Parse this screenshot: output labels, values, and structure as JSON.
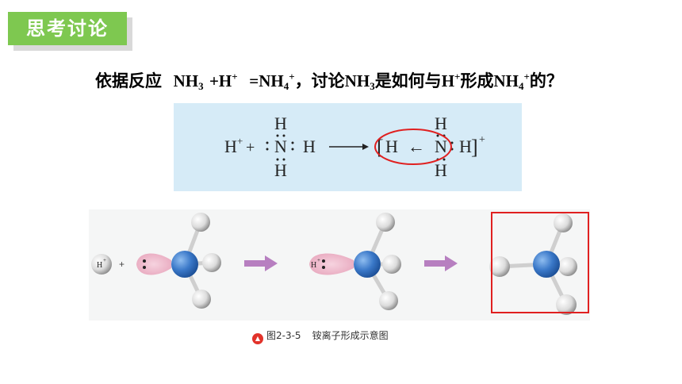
{
  "header": {
    "title": "思考讨论"
  },
  "question": {
    "prefix": "依据反应",
    "eq_nh": "NH",
    "eq_sub3": "3",
    "eq_plus_h": "+H",
    "eq_plus_sup": "+",
    "eq_equals": "=NH",
    "eq_sub4": "4",
    "eq_sup": "+",
    "middle": "，讨论",
    "nh": "NH",
    "sub3": "3",
    "middle2": "是如何与",
    "h": "H",
    "hsup": "+",
    "middle3": "形成",
    "nh4": "NH",
    "sub4": "4",
    "sup4": "+",
    "suffix": "的？"
  },
  "equation": {
    "h": "H",
    "h_plus_sup": "+",
    "plus": "+",
    "n": "N",
    "arrow_inner": "←",
    "bracket_open": "[",
    "bracket_close": "]",
    "charge": "+"
  },
  "model": {
    "h_ion": "H",
    "h_ion_sup": "+",
    "plus": "+"
  },
  "caption": {
    "figure": "图2-3-5",
    "text": "铵离子形成示意图"
  },
  "colors": {
    "tag_green": "#7ec850",
    "eq_bg": "#d6ebf7",
    "highlight_red": "#e02020",
    "atom_blue": "#3a78c8",
    "arrow_purple": "#b77fc0",
    "lone_pair_pink": "#e8a8be"
  }
}
